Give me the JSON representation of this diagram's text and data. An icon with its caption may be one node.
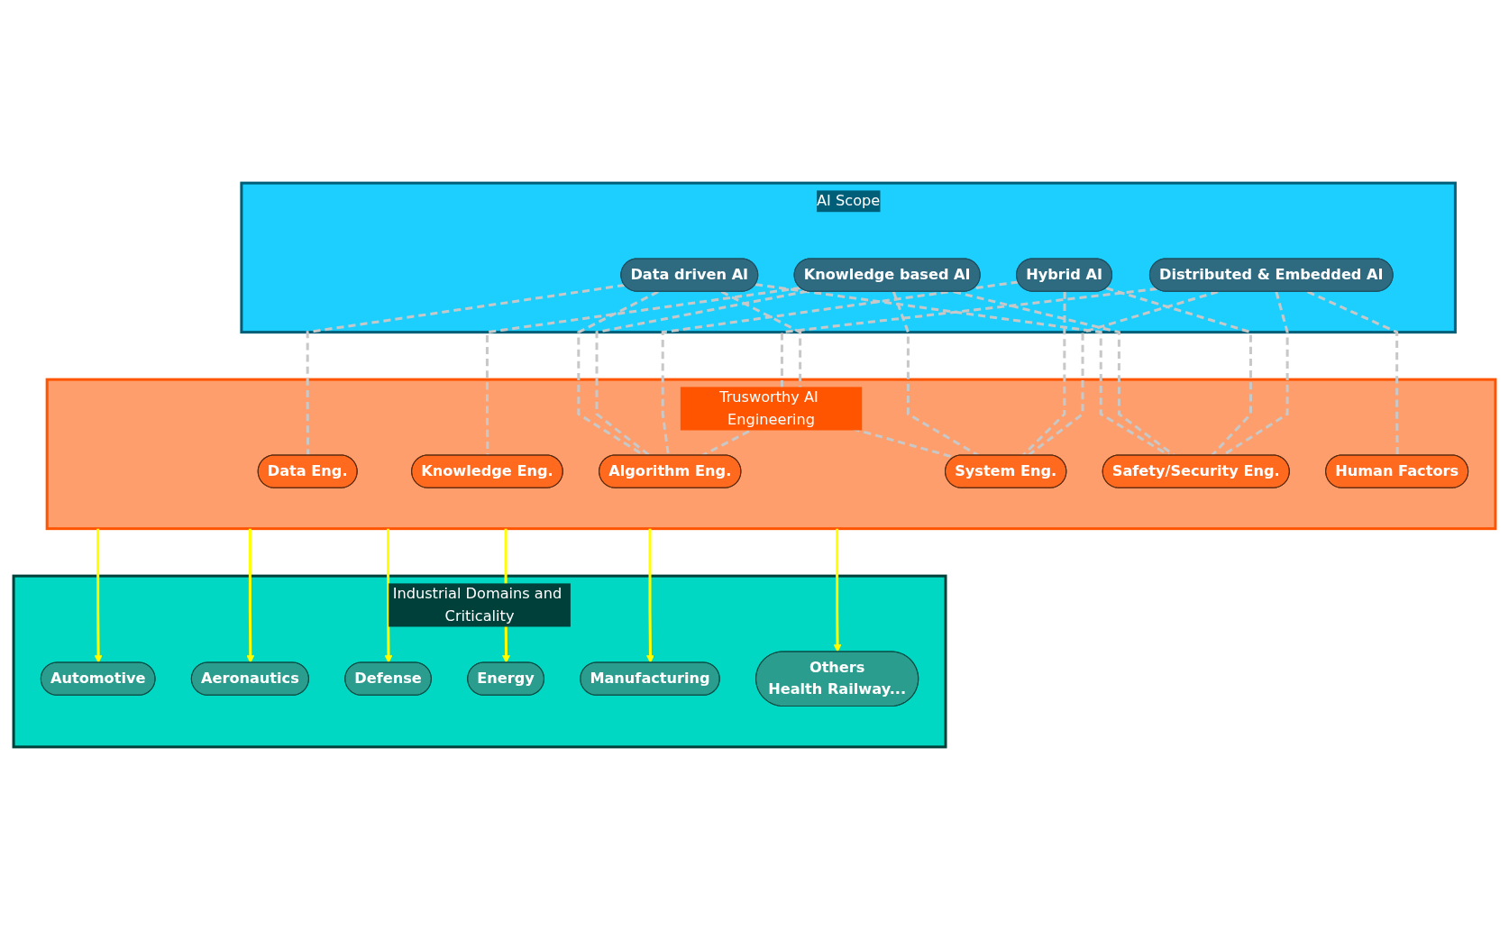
{
  "diagram": {
    "nodes": [
      {
        "text": [
          "AI Scope"
        ]
      },
      {
        "text": [
          "Data driven AI"
        ],
        "in": 0
      },
      {
        "text": [
          "Knowledge based AI"
        ],
        "in": 0
      },
      {
        "text": [
          "Hybrid AI"
        ],
        "in": 0
      },
      {
        "text": [
          "Distributed & Embedded AI"
        ],
        "in": 0
      },
      {
        "text": [
          "Trusworthy AI Engineering"
        ]
      },
      {
        "text": [
          "Data Eng."
        ],
        "in": 5
      },
      {
        "text": [
          "Knowledge Eng."
        ],
        "in": 5
      },
      {
        "text": [
          "Algorithm Eng."
        ],
        "in": 5
      },
      {
        "text": [
          "System Eng."
        ],
        "in": 5
      },
      {
        "text": [
          "Safety/Security Eng."
        ],
        "in": 5
      },
      {
        "text": [
          "Human Factors"
        ],
        "in": 5
      },
      {
        "text": [
          "Industrial Domains and Criticality"
        ]
      },
      {
        "text": [
          "Automotive"
        ],
        "in": 12
      },
      {
        "text": [
          "Aeronautics"
        ],
        "in": 12
      },
      {
        "text": [
          "Defense"
        ],
        "in": 12
      },
      {
        "text": [
          "Energy"
        ],
        "in": 12
      },
      {
        "text": [
          "Manufacturing"
        ],
        "in": 12
      },
      {
        "text": [
          "Others",
          "Health Railway..."
        ],
        "in": 12
      }
    ],
    "edges": [
      {
        "from": 1,
        "to": 6,
        "arrow": "none",
        "style": "dashed"
      },
      {
        "from": 1,
        "to": 8,
        "arrow": "none",
        "style": "dashed"
      },
      {
        "from": 1,
        "to": 9,
        "arrow": "none",
        "style": "dashed"
      },
      {
        "from": 1,
        "to": 10,
        "arrow": "none",
        "style": "dashed"
      },
      {
        "from": 2,
        "to": 7,
        "arrow": "none",
        "style": "dashed"
      },
      {
        "from": 2,
        "to": 8,
        "arrow": "none",
        "style": "dashed"
      },
      {
        "from": 2,
        "to": 9,
        "arrow": "none",
        "style": "dashed"
      },
      {
        "from": 2,
        "to": 10,
        "arrow": "none",
        "style": "dashed"
      },
      {
        "from": 3,
        "to": 8,
        "arrow": "none",
        "style": "dashed"
      },
      {
        "from": 3,
        "to": 9,
        "arrow": "none",
        "style": "dashed"
      },
      {
        "from": 3,
        "to": 10,
        "arrow": "none",
        "style": "dashed"
      },
      {
        "from": 4,
        "to": 8,
        "arrow": "none",
        "style": "dashed"
      },
      {
        "from": 4,
        "to": 9,
        "arrow": "none",
        "style": "dashed"
      },
      {
        "from": 4,
        "to": 10,
        "arrow": "none",
        "style": "dashed"
      },
      {
        "from": 4,
        "to": 11,
        "arrow": "none",
        "style": "dashed"
      },
      {
        "from": 5,
        "to": 13,
        "arrow": "to",
        "color": "#ffff00"
      },
      {
        "from": 5,
        "to": 14,
        "arrow": "to",
        "color": "#ffff00"
      },
      {
        "from": 5,
        "to": 15,
        "arrow": "to",
        "color": "#ffff00"
      },
      {
        "from": 5,
        "to": 16,
        "arrow": "to",
        "color": "#ffff00"
      },
      {
        "from": 5,
        "to": 17,
        "arrow": "to",
        "color": "#ffff00"
      },
      {
        "from": 5,
        "to": 18,
        "arrow": "to",
        "color": "#ffff00"
      }
    ]
  }
}
